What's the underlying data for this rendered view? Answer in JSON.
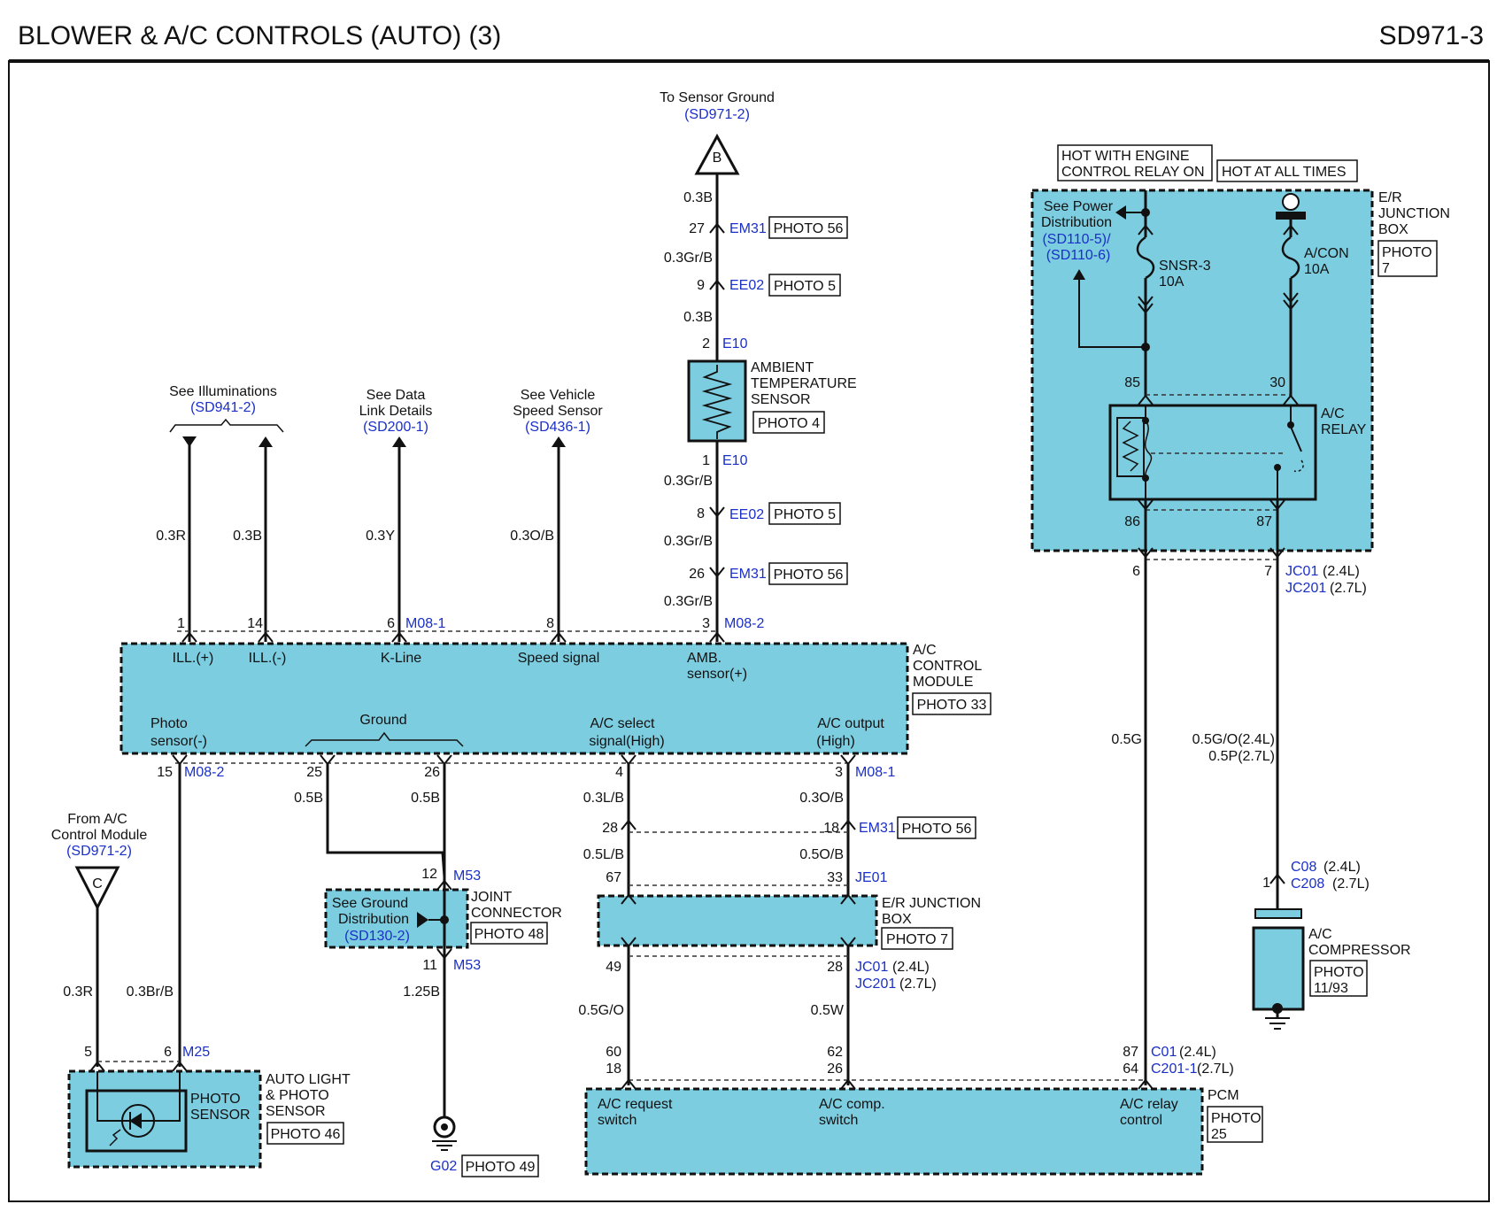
{
  "header": {
    "title": "BLOWER & A/C CONTROLS (AUTO) (3)",
    "code": "SD971-3"
  },
  "top": {
    "sensor_ground_label": "To Sensor Ground",
    "sensor_ground_ref": "(SD971-2)",
    "ground_symbol": "B",
    "ambient_sensor": [
      "AMBIENT",
      "TEMPERATURE",
      "SENSOR"
    ],
    "ambient_photo": "PHOTO 4"
  },
  "wires": {
    "w1": "0.3B",
    "w2": "0.3Gr/B",
    "w3": "0.3B",
    "w4": "0.3Gr/B",
    "w5": "0.3Gr/B",
    "w6": "0.3Gr/B",
    "ill_p": "0.3R",
    "ill_n": "0.3B",
    "kline": "0.3Y",
    "speed": "0.3O/B",
    "g25": "0.5B",
    "g26": "0.5B",
    "j11": "1.25B",
    "sel_a": "0.3L/B",
    "sel_b": "0.5L/B",
    "sel_c": "0.5G/O",
    "out_a": "0.3O/B",
    "out_b": "0.5O/B",
    "out_c": "0.5W",
    "relay6": "0.5G",
    "comp_a": "0.5G/O(2.4L)",
    "comp_b": "0.5P(2.7L)",
    "c_r": "0.3R",
    "c_brb": "0.3Br/B"
  },
  "pins": {
    "p27": "27",
    "p9": "9",
    "p2": "2",
    "p1": "1",
    "p8": "8",
    "p26": "26",
    "p3": "3",
    "m1": "1",
    "m14": "14",
    "m6": "6",
    "m8": "8",
    "m15": "15",
    "m25": "25",
    "m26": "26",
    "m4": "4",
    "m3": "3",
    "j12": "12",
    "j11": "11",
    "e28": "28",
    "e18": "18",
    "e67": "67",
    "e33": "33",
    "e49": "49",
    "e28b": "28",
    "pc60": "60",
    "pc18": "18",
    "pc62": "62",
    "pc26": "26",
    "pc87": "87",
    "pc64": "64",
    "r85": "85",
    "r30": "30",
    "r86": "86",
    "r87": "87",
    "r6": "6",
    "r7": "7",
    "cp1": "1",
    "s5": "5",
    "s6": "6"
  },
  "connectors": {
    "em31": "EM31",
    "ee02": "EE02",
    "e10": "E10",
    "m08_1": "M08-1",
    "m08_2": "M08-2",
    "m53": "M53",
    "je01": "JE01",
    "jc01": "JC01",
    "jc201": "JC201",
    "c01": "C01",
    "c201_1": "C201-1",
    "c08": "C08",
    "c208": "C208",
    "m25": "M25",
    "g02": "G02",
    "l24": "(2.4L)",
    "l27": "(2.7L)"
  },
  "photos": {
    "p56": "PHOTO 56",
    "p5": "PHOTO 5",
    "p33": "PHOTO 33",
    "p48": "PHOTO 48",
    "p7": "PHOTO 7",
    "p46": "PHOTO 46",
    "p49": "PHOTO 49",
    "p25a": "PHOTO",
    "p25b": "25",
    "p7a": "PHOTO",
    "p7b": "7",
    "p1193a": "PHOTO",
    "p1193b": "11/93"
  },
  "refs": {
    "illum_label": "See Illuminations",
    "illum_ref": "(SD941-2)",
    "dlc_label": [
      "See Data",
      "Link Details"
    ],
    "dlc_ref": "(SD200-1)",
    "vss_label": [
      "See Vehicle",
      "Speed Sensor"
    ],
    "vss_ref": "(SD436-1)",
    "from_label": [
      "From A/C",
      "Control Module"
    ],
    "from_ref": "(SD971-2)",
    "from_symbol": "C",
    "pd_label": [
      "See Power",
      "Distribution"
    ],
    "pd_ref1": "(SD110-5)/",
    "pd_ref2": "(SD110-6)",
    "gd_label": [
      "See Ground",
      "Distribution"
    ],
    "gd_ref": "(SD130-2)"
  },
  "ac_module": {
    "name": [
      "A/C",
      "CONTROL",
      "MODULE"
    ],
    "ill_p": "ILL.(+)",
    "ill_n": "ILL.(-)",
    "kline": "K-Line",
    "speed": "Speed signal",
    "amb": [
      "AMB.",
      "sensor(+)"
    ],
    "photo": [
      "Photo",
      "sensor(-)"
    ],
    "ground": "Ground",
    "select": [
      "A/C select",
      "signal(High)"
    ],
    "output": [
      "A/C output",
      "(High)"
    ]
  },
  "junction": {
    "hot_engine": [
      "HOT WITH ENGINE",
      "CONTROL RELAY ON"
    ],
    "hot_all": "HOT AT ALL TIMES",
    "name": [
      "E/R",
      "JUNCTION",
      "BOX"
    ],
    "fuse1": [
      "SNSR-3",
      "10A"
    ],
    "fuse2": [
      "A/CON",
      "10A"
    ],
    "relay": [
      "A/C",
      "RELAY"
    ]
  },
  "joint": {
    "name": [
      "JOINT",
      "CONNECTOR"
    ]
  },
  "erjb2": {
    "name": [
      "E/R JUNCTION",
      "BOX"
    ]
  },
  "pcm": {
    "name": "PCM",
    "req": [
      "A/C request",
      "switch"
    ],
    "comp": [
      "A/C comp.",
      "switch"
    ],
    "relay": [
      "A/C relay",
      "control"
    ]
  },
  "compressor": {
    "name": [
      "A/C",
      "COMPRESSOR"
    ]
  },
  "photo_sensor": {
    "inner": [
      "PHOTO",
      "SENSOR"
    ],
    "name": [
      "AUTO LIGHT",
      "& PHOTO",
      "SENSOR"
    ]
  }
}
